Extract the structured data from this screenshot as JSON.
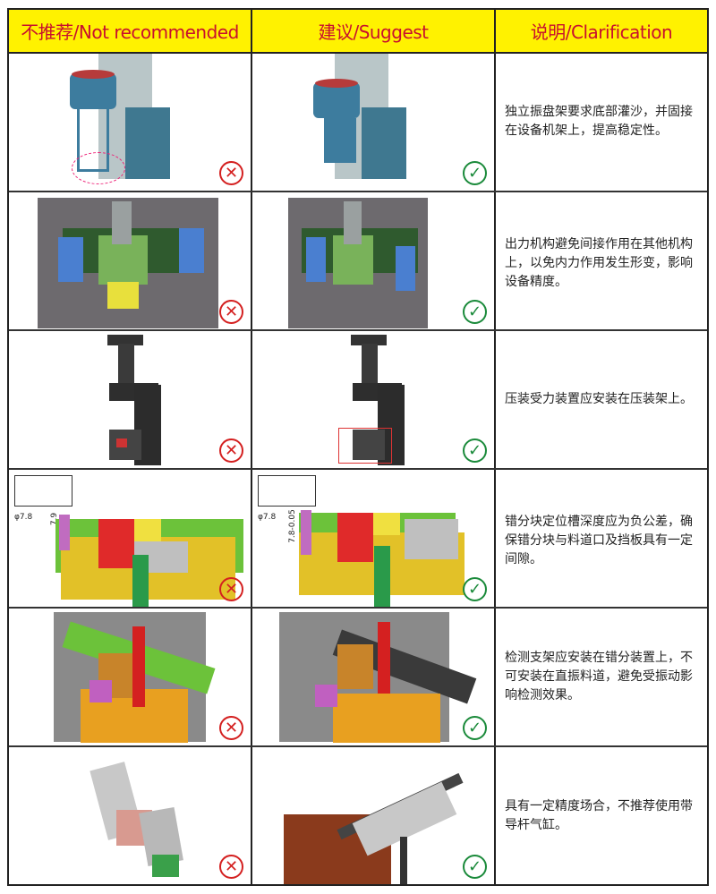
{
  "header": {
    "col_not_recommended": "不推荐/Not recommended",
    "col_suggest": "建议/Suggest",
    "col_clarification": "说明/Clarification"
  },
  "colors": {
    "header_bg": "#fff200",
    "header_text": "#c8102e",
    "bad_mark": "#d42020",
    "good_mark": "#1a8a3a"
  },
  "marks": {
    "bad_icon": "circle-x-icon",
    "good_icon": "circle-check-icon",
    "bad_glyph": "✕",
    "good_glyph": "✓"
  },
  "rows": [
    {
      "clarification": "独立振盘架要求底部灌沙，并固接在设备机架上，提高稳定性。"
    },
    {
      "clarification": "出力机构避免间接作用在其他机构上，以免内力作用发生形变，影响设备精度。"
    },
    {
      "clarification": "压装受力装置应安装在压装架上。"
    },
    {
      "clarification": "错分块定位槽深度应为负公差，确保错分块与料道口及挡板具有一定间隙。",
      "dims": {
        "diameter": "φ7.8",
        "depth_bad": "7.9",
        "depth_good": "7.8-0.05"
      }
    },
    {
      "clarification": "检测支架应安装在错分装置上，不可安装在直振料道，避免受振动影响检测效果。"
    },
    {
      "clarification": "具有一定精度场合，不推荐使用带导杆气缸。"
    }
  ]
}
